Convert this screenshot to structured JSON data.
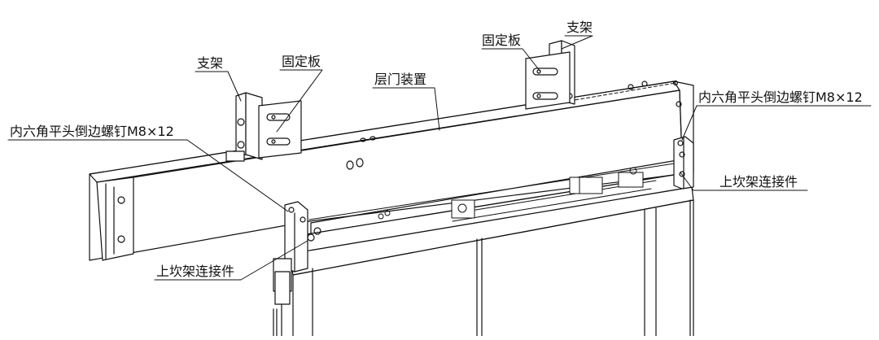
{
  "labels": {
    "bracket_left": "支架",
    "bracket_right": "支架",
    "fixing_plate_left": "固定板",
    "fixing_plate_right": "固定板",
    "landing_door_device": "层门装置",
    "screw_left": "内六角平头倒边螺钉M8×12",
    "screw_right": "内六角平头倒边螺钉M8×12",
    "connector_left": "上坎架连接件",
    "connector_right": "上坎架连接件"
  },
  "colors": {
    "line": "#111111",
    "background": "#ffffff"
  }
}
